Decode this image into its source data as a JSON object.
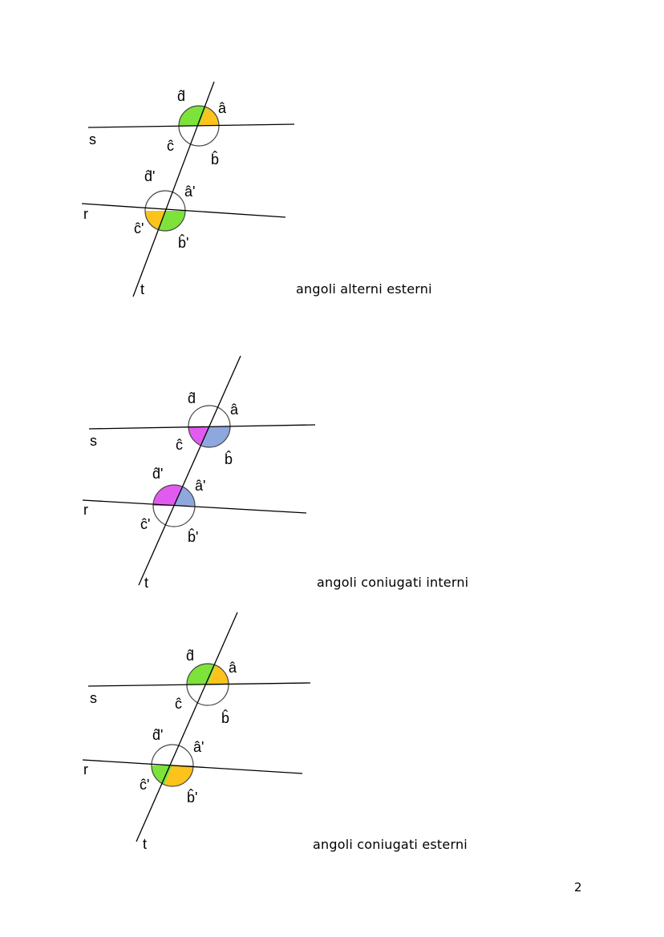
{
  "page_number": "2",
  "labels": {
    "line_s": "s",
    "line_r": "r",
    "line_t": "t",
    "angle_a": "â",
    "angle_b": "b̂",
    "angle_c": "ĉ",
    "angle_d": "d̂",
    "angle_a1": "â'",
    "angle_b1": "b̂'",
    "angle_c1": "ĉ'",
    "angle_d1": "d̂'"
  },
  "colors": {
    "green": "#7de33a",
    "yellow": "#fcc31d",
    "magenta": "#e25bf0",
    "blue": "#8ea8de",
    "stroke": "#444444"
  },
  "figures": [
    {
      "caption": "angoli alterni esterni",
      "upper": {
        "d": "green",
        "a": "yellow",
        "c": "none",
        "b": "none"
      },
      "lower": {
        "d": "none",
        "a": "none",
        "c": "yellow",
        "b": "green"
      }
    },
    {
      "caption": "angoli coniugati interni",
      "upper": {
        "d": "none",
        "a": "none",
        "c": "magenta",
        "b": "blue"
      },
      "lower": {
        "d": "magenta",
        "a": "blue",
        "c": "none",
        "b": "none"
      }
    },
    {
      "caption": "angoli coniugati esterni",
      "upper": {
        "d": "green",
        "a": "yellow",
        "c": "none",
        "b": "none"
      },
      "lower": {
        "d": "none",
        "a": "none",
        "c": "green",
        "b": "yellow"
      }
    }
  ]
}
